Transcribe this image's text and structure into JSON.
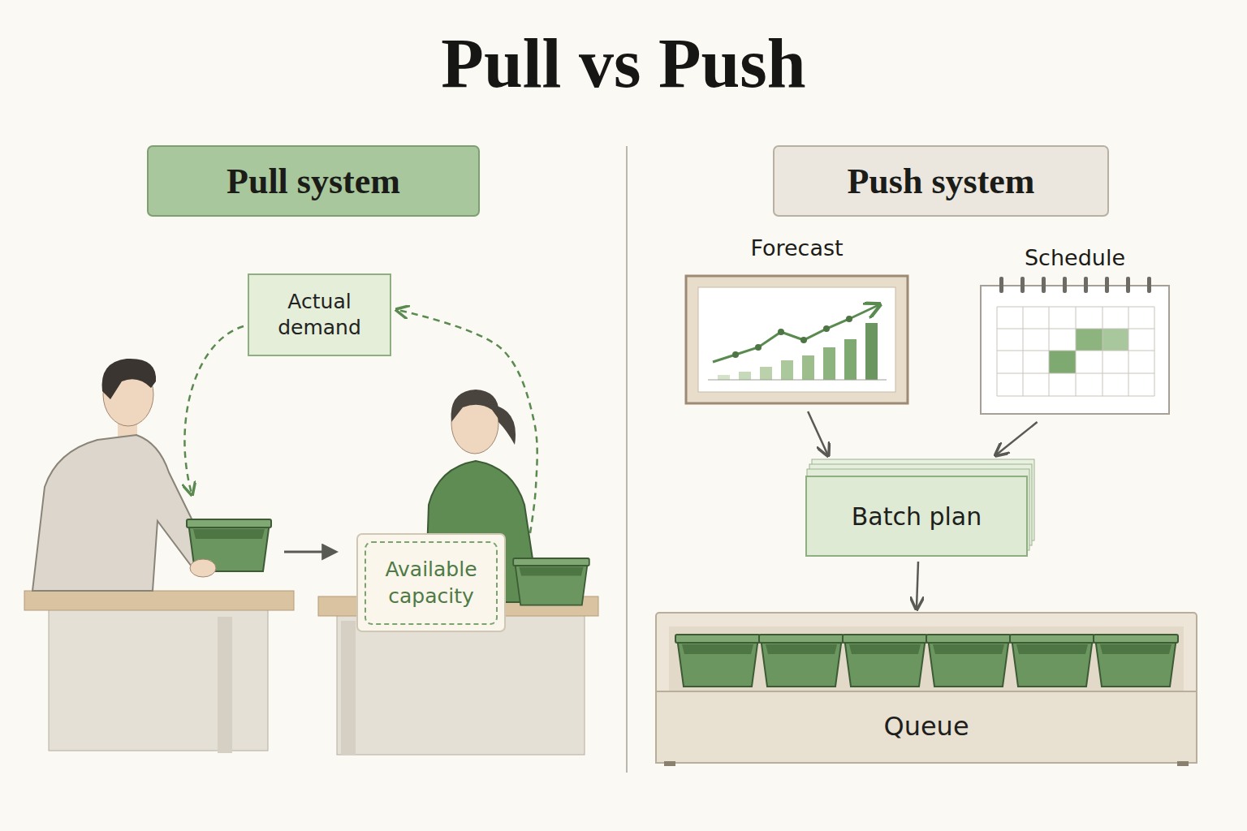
{
  "diagram": {
    "title": "Pull vs Push",
    "nodes": [
      {
        "text": [
          "Pull system"
        ]
      },
      {
        "text": [
          "Actual demand"
        ]
      },
      {
        "text": [
          "Available capacity"
        ]
      },
      {
        "text": [
          "Push system"
        ]
      },
      {
        "text": [
          "Forecast"
        ]
      },
      {
        "text": [
          "Schedule"
        ]
      },
      {
        "text": [
          "Batch plan"
        ]
      },
      {
        "text": [
          "Queue"
        ]
      }
    ],
    "edges": [
      {
        "from": 4,
        "to": 6,
        "arrow": "to"
      },
      {
        "from": 5,
        "to": 6,
        "arrow": "to"
      },
      {
        "from": 6,
        "to": 7,
        "arrow": "to"
      },
      {
        "from": 2,
        "to": 1,
        "arrow": "to"
      }
    ]
  }
}
